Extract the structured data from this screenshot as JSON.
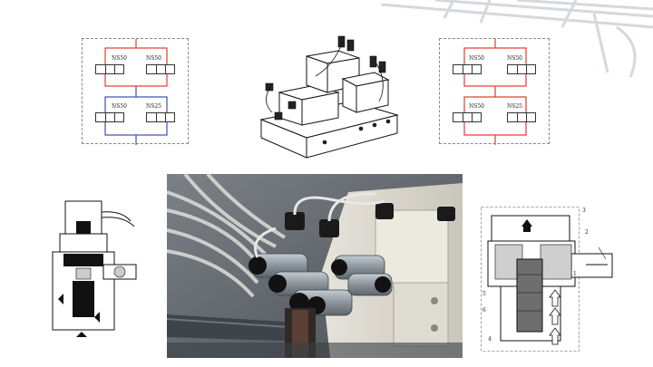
{
  "schematic_left": {
    "labels": [
      "NS50",
      "NS50",
      "NS50",
      "NS25"
    ],
    "line_color_top": "#e23b2a",
    "line_color_bottom": "#3a4fb0"
  },
  "schematic_right": {
    "labels": [
      "NS50",
      "NS50",
      "NS50",
      "NS25"
    ],
    "line_color_top": "#e23b2a",
    "line_color_bottom": "#e23b2a"
  },
  "cutaway_right": {
    "labels": [
      "3",
      "2",
      "1",
      "5",
      "6",
      "4"
    ]
  },
  "colors": {
    "photo_bg": "#5b6166",
    "valve_metal": "#9aa3aa",
    "manifold_block": "#d9d6cc",
    "cable": "#d8d8d4"
  }
}
